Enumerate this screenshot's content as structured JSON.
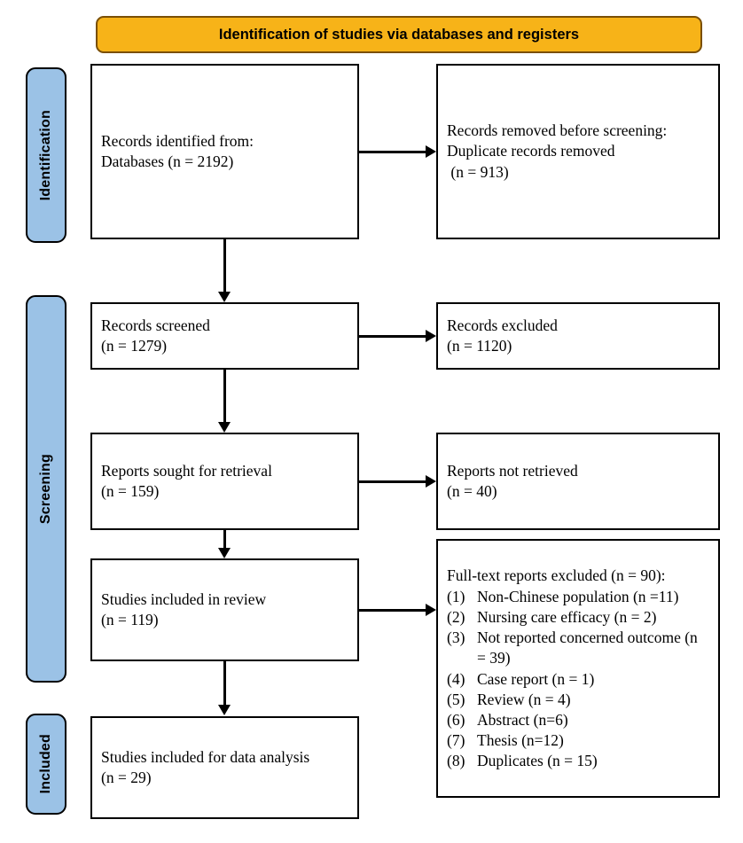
{
  "banner": {
    "title": "Identification of studies via databases and registers",
    "fill_color": "#F7B318",
    "border_color": "#7A4F06"
  },
  "stages": [
    {
      "label": "Identification",
      "fill_color": "#9BC2E6"
    },
    {
      "label": "Screening",
      "fill_color": "#9BC2E6"
    },
    {
      "label": "Included",
      "fill_color": "#9BC2E6"
    }
  ],
  "boxes": {
    "records_identified": {
      "line1": "Records identified from:",
      "line2": "Databases (n = 2192)"
    },
    "records_removed": {
      "line1": "Records removed before screening:",
      "line2": "Duplicate records removed",
      "line3": " (n = 913)"
    },
    "records_screened": {
      "line1": "Records screened",
      "line2": "(n = 1279)"
    },
    "records_excluded": {
      "line1": "Records excluded",
      "line2": "(n = 1120)"
    },
    "reports_sought": {
      "line1": "Reports sought for retrieval",
      "line2": "(n = 159)"
    },
    "reports_not_retrieved": {
      "line1": "Reports not retrieved",
      "line2": "(n = 40)"
    },
    "studies_included_review": {
      "line1": "Studies included in review",
      "line2": "(n = 119)"
    },
    "studies_included_analysis": {
      "line1": "Studies included for data analysis",
      "line2": "(n = 29)"
    },
    "fulltext_excluded": {
      "heading": "Full-text reports excluded (n = 90):",
      "items": [
        {
          "num": "(1)",
          "text": "Non-Chinese population (n =11)"
        },
        {
          "num": "(2)",
          "text": "Nursing care efficacy (n = 2)"
        },
        {
          "num": "(3)",
          "text": "Not reported concerned outcome (n = 39)"
        },
        {
          "num": "(4)",
          "text": "Case report (n = 1)"
        },
        {
          "num": "(5)",
          "text": "Review (n = 4)"
        },
        {
          "num": "(6)",
          "text": "Abstract (n=6)"
        },
        {
          "num": "(7)",
          "text": "Thesis (n=12)"
        },
        {
          "num": "(8)",
          "text": "Duplicates (n = 15)"
        }
      ]
    }
  },
  "flow_data": {
    "type": "prisma-flow-diagram",
    "identified": 2192,
    "duplicates_removed_before_screening": 913,
    "screened": 1279,
    "excluded_at_screening": 1120,
    "reports_sought": 159,
    "reports_not_retrieved": 40,
    "included_in_review": 119,
    "fulltext_excluded_total": 90,
    "included_for_data_analysis": 29
  }
}
